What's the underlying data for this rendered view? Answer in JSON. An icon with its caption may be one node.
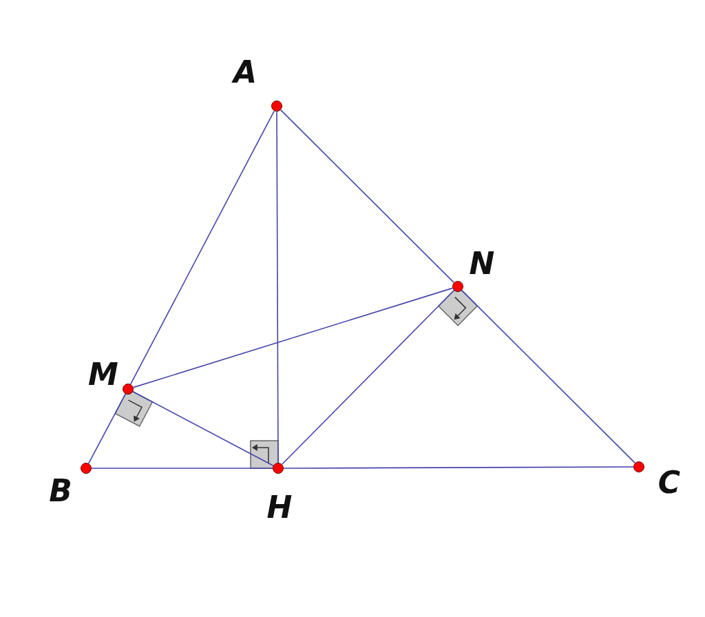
{
  "diagram": {
    "nodes": [
      {
        "text": [],
        "shape": "circle",
        "beside": [
          "A"
        ]
      },
      {
        "text": [],
        "shape": "circle",
        "beside": [
          "B"
        ]
      },
      {
        "text": [],
        "shape": "circle",
        "beside": [
          "C"
        ]
      },
      {
        "text": [],
        "shape": "circle",
        "beside": [
          "H"
        ]
      },
      {
        "text": [],
        "shape": "circle",
        "beside": [
          "M"
        ]
      },
      {
        "text": [],
        "shape": "circle",
        "beside": [
          "N"
        ]
      }
    ],
    "edges": [
      {
        "from": 0,
        "to": 4,
        "arrow": "none"
      },
      {
        "from": 4,
        "to": 1,
        "arrow": "none"
      },
      {
        "from": 0,
        "to": 5,
        "arrow": "none"
      },
      {
        "from": 5,
        "to": 2,
        "arrow": "none"
      },
      {
        "from": 1,
        "to": 3,
        "arrow": "none"
      },
      {
        "from": 3,
        "to": 2,
        "arrow": "none"
      },
      {
        "from": 0,
        "to": 3,
        "arrow": "none"
      },
      {
        "from": 4,
        "to": 5,
        "arrow": "none"
      },
      {
        "from": 4,
        "to": 3,
        "arrow": "none"
      },
      {
        "from": 3,
        "to": 5,
        "arrow": "none"
      }
    ]
  }
}
